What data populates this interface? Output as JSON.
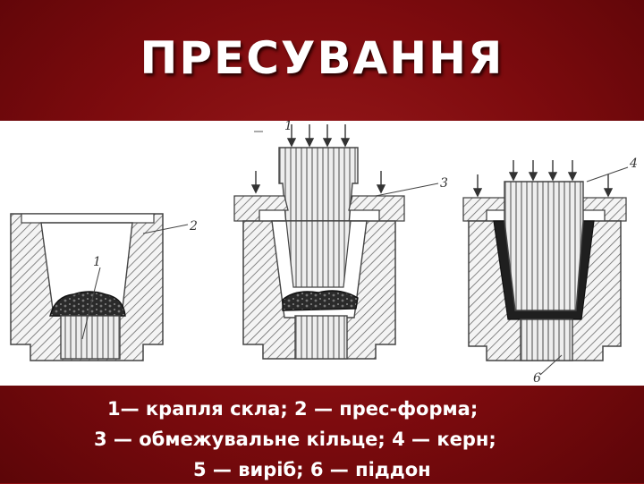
{
  "slide": {
    "title": "ПРЕСУВАННЯ",
    "caption": {
      "line1": "1— крапля скла; 2 — прес-форма;",
      "line2": "3 — обмежувальне кільце; 4 — керн;",
      "line3": "5 — виріб; 6 — піддон"
    }
  },
  "figure": {
    "labels": {
      "n1_left": "1",
      "n1_top": "1",
      "n2": "2",
      "n3": "3",
      "n4": "4",
      "n6": "6"
    }
  },
  "colors": {
    "background": "#8a0f12",
    "title_text": "#ffffff",
    "caption_text": "#ffffff",
    "figure_background": "#ffffff",
    "hatch": "#555555",
    "glass_gob": "#222222"
  }
}
